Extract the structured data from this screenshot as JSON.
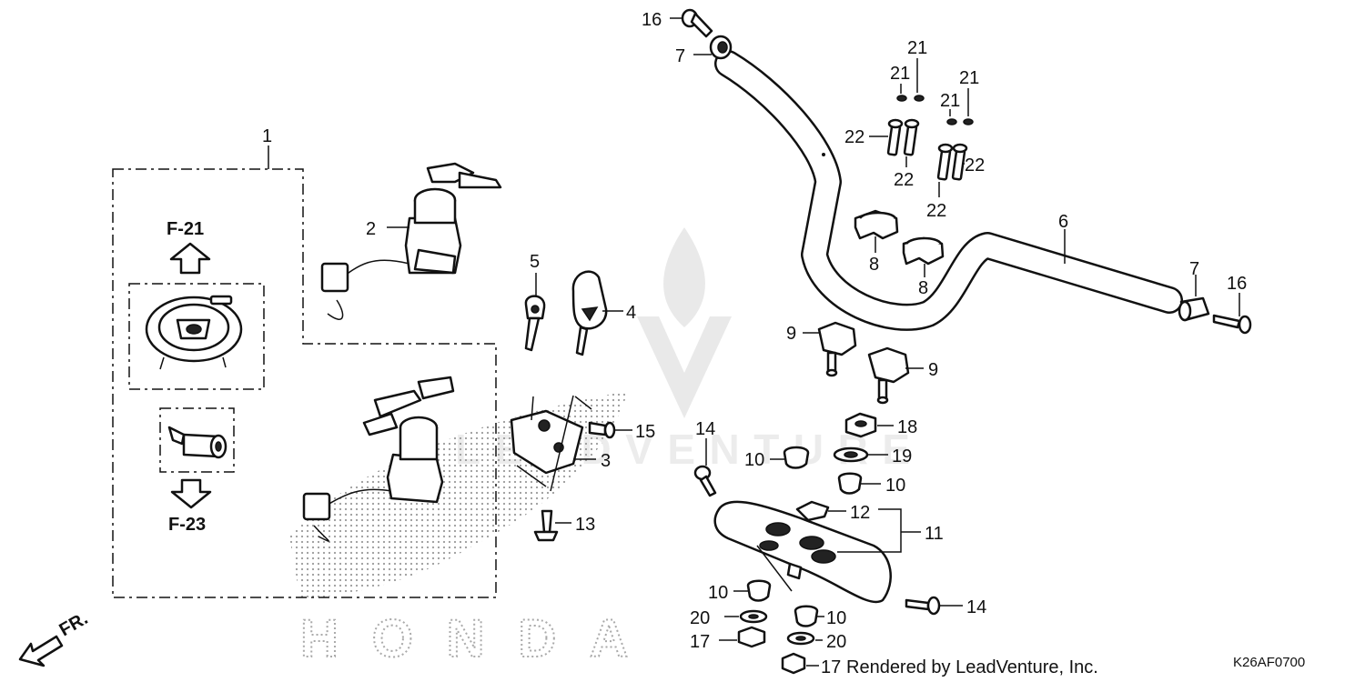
{
  "callouts": {
    "c1": "1",
    "c2": "2",
    "c3": "3",
    "c4": "4",
    "c5": "5",
    "c6": "6",
    "c7a": "7",
    "c7b": "7",
    "c8a": "8",
    "c8b": "8",
    "c9a": "9",
    "c9b": "9",
    "c10a": "10",
    "c10b": "10",
    "c10c": "10",
    "c10d": "10",
    "c11": "11",
    "c12": "12",
    "c13": "13",
    "c14a": "14",
    "c14b": "14",
    "c15": "15",
    "c16a": "16",
    "c16b": "16",
    "c17a": "17",
    "c17b": "17",
    "c18": "18",
    "c19": "19",
    "c20a": "20",
    "c20b": "20",
    "c21a": "21",
    "c21b": "21",
    "c21c": "21",
    "c21d": "21",
    "c22a": "22",
    "c22b": "22",
    "c22c": "22",
    "c22d": "22"
  },
  "refs": {
    "up": "F-21",
    "down": "F-23"
  },
  "orientation": "FR.",
  "watermark": {
    "brand": "HONDA",
    "overlay": "LEADVENTURE"
  },
  "footer": {
    "rendered_by": "Rendered by LeadVenture, Inc.",
    "diagram_code": "K26AF0700"
  }
}
